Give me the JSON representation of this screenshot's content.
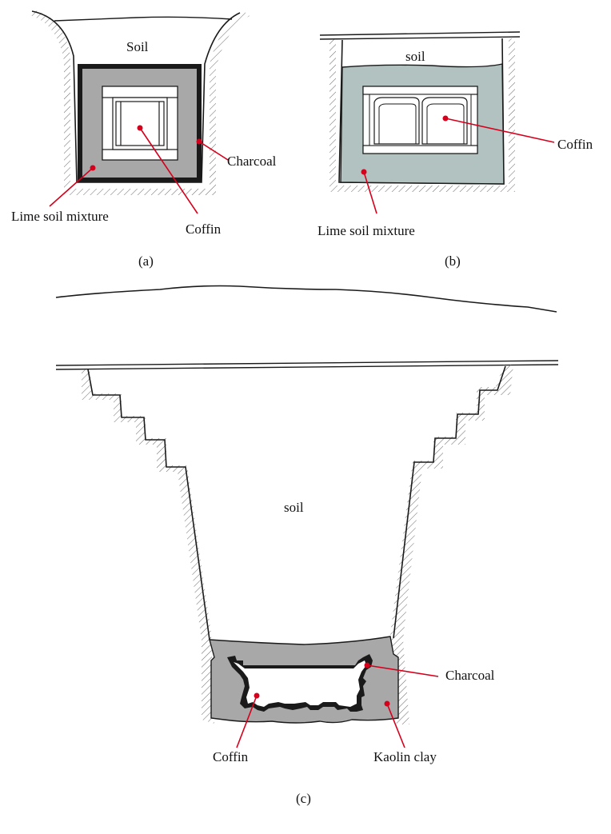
{
  "panels": {
    "a": {
      "caption": "(a)",
      "labels": {
        "soil": "Soil",
        "charcoal": "Charcoal",
        "lime_soil_mixture": "Lime soil mixture",
        "coffin": "Coffin"
      }
    },
    "b": {
      "caption": "(b)",
      "labels": {
        "soil": "soil",
        "coffin": "Coffin",
        "lime_soil_mixture": "Lime soil mixture"
      }
    },
    "c": {
      "caption": "(c)",
      "labels": {
        "soil": "soil",
        "charcoal": "Charcoal",
        "coffin": "Coffin",
        "kaolin_clay": "Kaolin clay"
      }
    }
  },
  "colors": {
    "outline": "#1a1a1a",
    "grey_fill": "#a8a8a8",
    "greenish_fill": "#b2c2c0",
    "leader_line": "#d6001c",
    "hatch": "#666666"
  }
}
